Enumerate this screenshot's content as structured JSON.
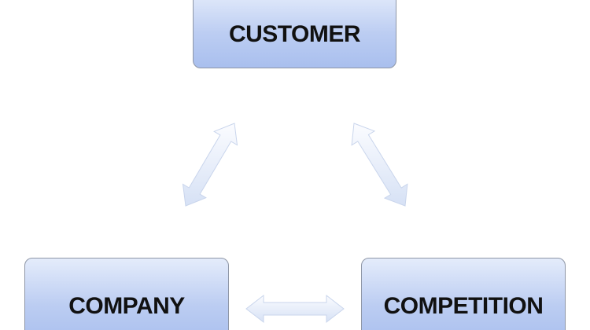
{
  "diagram": {
    "nodes": [
      {
        "id": "customer",
        "label": "CUSTOMER"
      },
      {
        "id": "company",
        "label": "COMPANY"
      },
      {
        "id": "competition",
        "label": "COMPETITION"
      }
    ],
    "edges": [
      {
        "from": "customer",
        "to": "company",
        "style": "double-arrow"
      },
      {
        "from": "customer",
        "to": "competition",
        "style": "double-arrow"
      },
      {
        "from": "company",
        "to": "competition",
        "style": "double-arrow"
      }
    ],
    "colors": {
      "box_top": "#e4ecfb",
      "box_bottom": "#a9bfee",
      "box_border": "#8e96a6",
      "arrow_fill_light": "#f7f9fe",
      "arrow_fill_dark": "#d9e4f7",
      "arrow_stroke": "#c9d5ec",
      "label_color": "#111111"
    }
  }
}
